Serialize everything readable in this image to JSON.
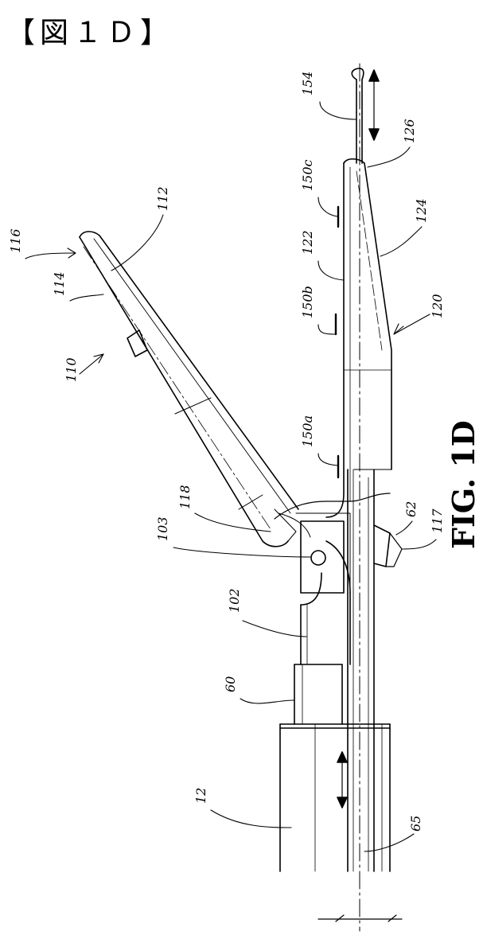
{
  "header": "【図１Ｄ】",
  "figure_title": "FIG. 1D",
  "reference_labels": {
    "r154": "154",
    "r126": "126",
    "r150c": "150c",
    "r124": "124",
    "r112": "112",
    "r116": "116",
    "r122": "122",
    "r114": "114",
    "r150b": "150b",
    "r120": "120",
    "r110": "110",
    "r150a": "150a",
    "r118": "118",
    "r103": "103",
    "r62": "62",
    "r117": "117",
    "r102": "102",
    "r60": "60",
    "r12": "12",
    "r65": "65"
  }
}
